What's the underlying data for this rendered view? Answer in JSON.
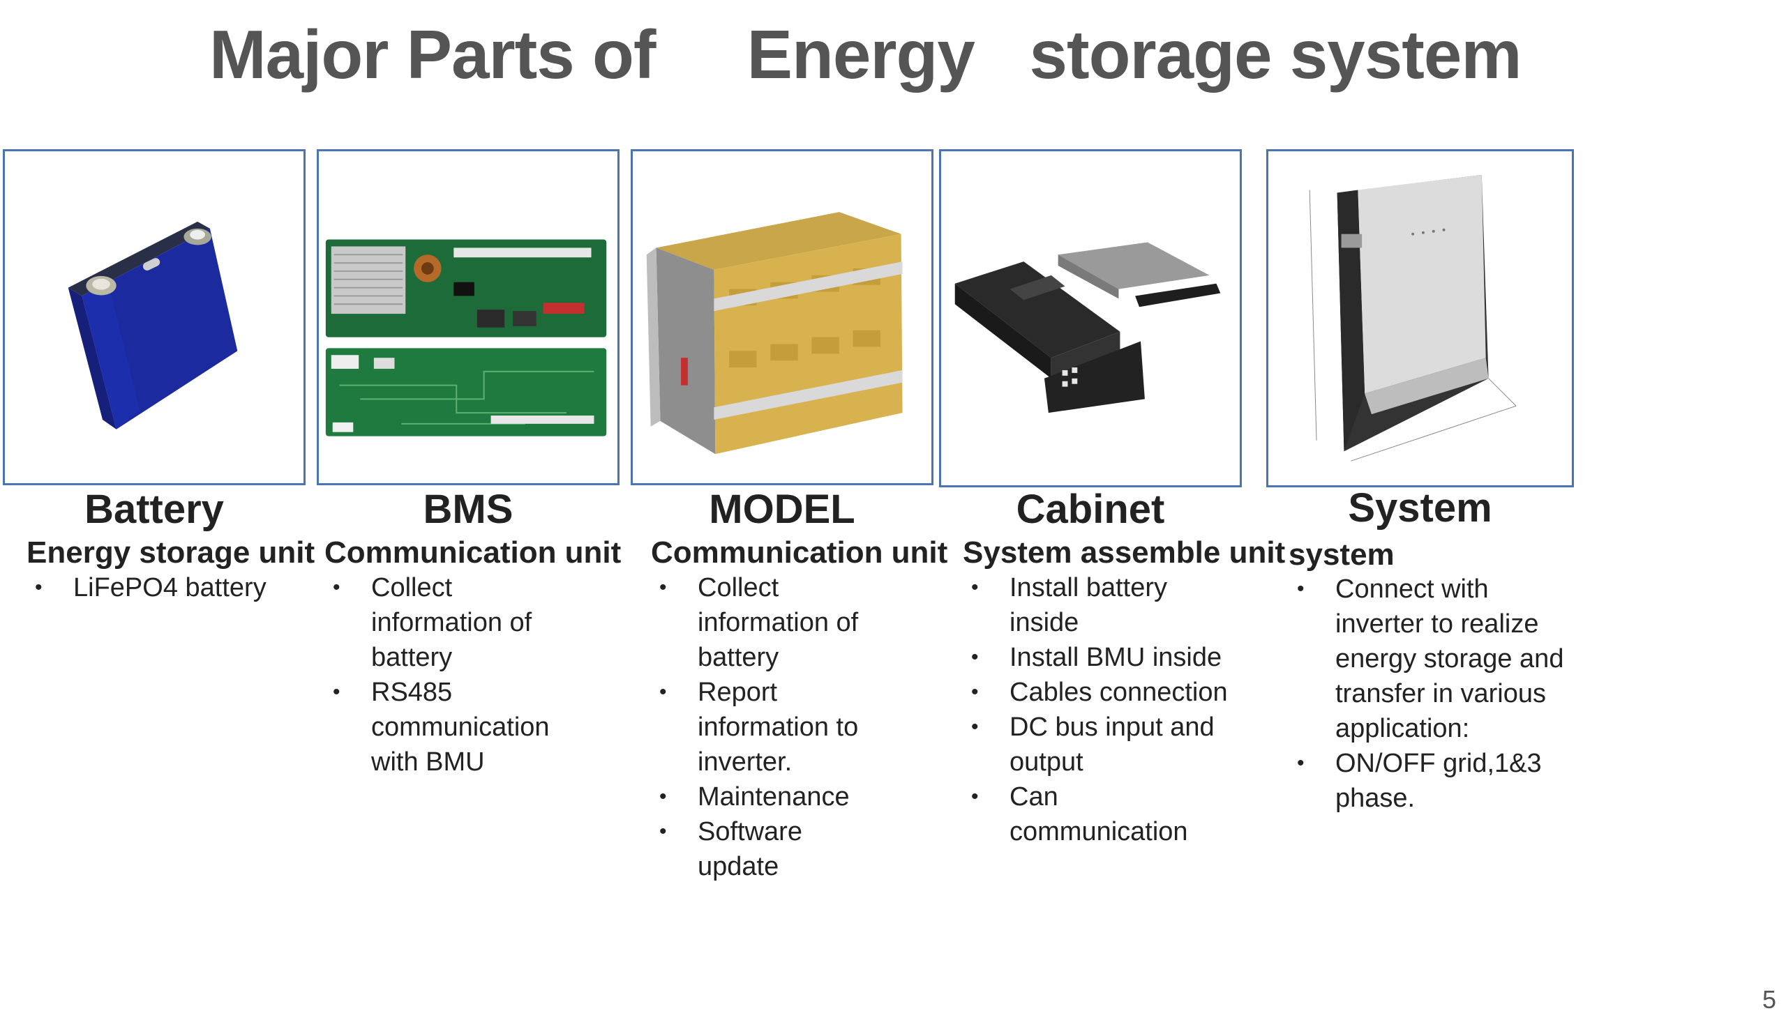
{
  "title": "Major Parts of     Energy   storage system",
  "page_number": "5",
  "colors": {
    "frame": "#4a74b3",
    "title": "#555555",
    "text": "#222222"
  },
  "cards": [
    {
      "name": "Battery",
      "subtitle": "Energy storage unit",
      "image": "lifepo4-cell-image",
      "bullets": [
        "LiFePO4 battery"
      ]
    },
    {
      "name": "BMS",
      "subtitle": "Communication unit",
      "image": "bms-circuit-board-image",
      "bullets": [
        "Collect information of battery",
        "RS485 communication with BMU"
      ]
    },
    {
      "name": "MODEL",
      "subtitle": "Communication unit",
      "image": "battery-module-image",
      "bullets": [
        "Collect information of battery",
        "Report information to inverter.",
        "Maintenance",
        "Software update"
      ]
    },
    {
      "name": "Cabinet",
      "subtitle": "System assemble unit",
      "image": "cabinet-parts-image",
      "bullets": [
        "Install battery inside",
        "Install BMU inside",
        "Cables connection",
        "DC bus input and output",
        "Can communication"
      ]
    },
    {
      "name": "System",
      "subtitle": "system",
      "image": "storage-system-cabinet-image",
      "bullets": [
        "Connect with inverter to realize energy storage and transfer in various application:",
        "ON/OFF grid,1&3 phase."
      ]
    }
  ]
}
